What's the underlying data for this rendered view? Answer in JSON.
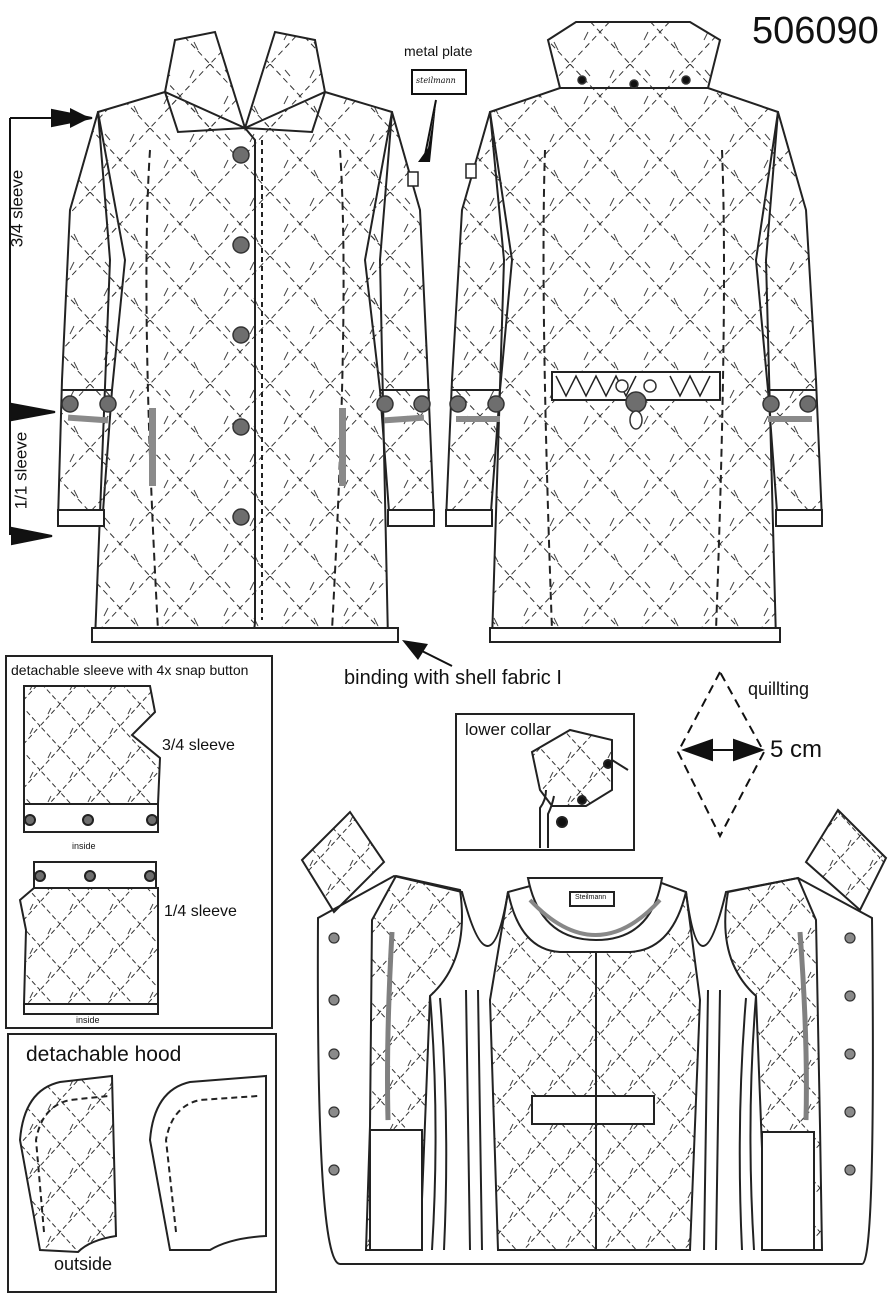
{
  "style_number": "506090",
  "labels": {
    "metal_plate": "metal plate",
    "plate_text": "steilmann",
    "three_quarter_sleeve": "3/4 sleeve",
    "full_sleeve": "1/1 sleeve",
    "binding": "binding with shell fabric I",
    "quilting": "quillting",
    "quilting_size": "5 cm",
    "lower_collar": "lower collar",
    "neck_label": "Steilmann"
  },
  "detachable_sleeve": {
    "title": "detachable sleeve with 4x snap button",
    "top_label": "3/4 sleeve",
    "top_caption": "inside",
    "bottom_label": "1/4 sleeve",
    "bottom_caption": "inside"
  },
  "hood": {
    "title": "detachable hood",
    "caption": "outside"
  },
  "colors": {
    "line": "#222222",
    "button": "#6e6e6e",
    "pocket_bar": "#8a8a8a",
    "paper": "#ffffff"
  }
}
